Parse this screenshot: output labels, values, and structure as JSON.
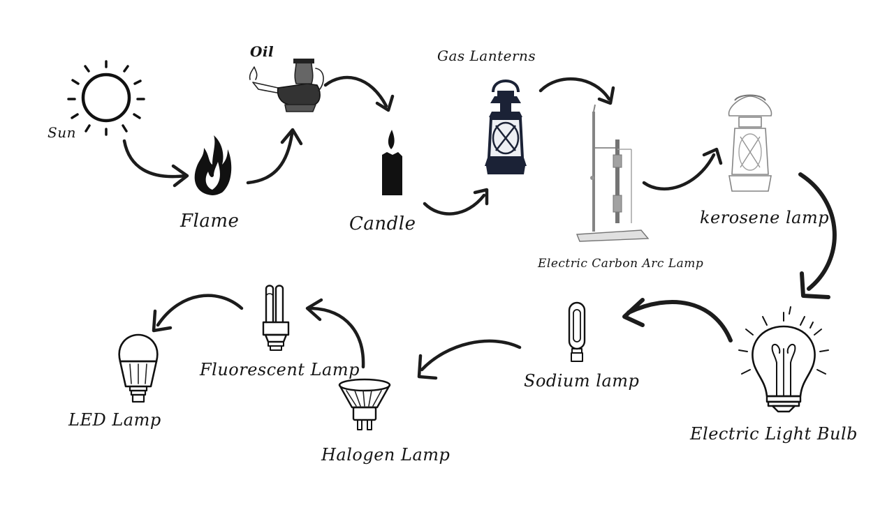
{
  "nodes": {
    "sun": "Sun",
    "flame": "Flame",
    "oil": "Oil",
    "candle": "Candle",
    "gas_lanterns": "Gas Lanterns",
    "carbon_arc": "Electric Carbon Arc Lamp",
    "kerosene": "kerosene lamp",
    "light_bulb": "Electric Light Bulb",
    "sodium": "Sodium lamp",
    "halogen": "Halogen Lamp",
    "fluorescent": "Fluorescent Lamp",
    "led": "LED Lamp"
  },
  "icons": [
    "sun-icon",
    "flame-icon",
    "oil-lamp-icon",
    "candle-icon",
    "gas-lantern-icon",
    "carbon-arc-lamp-icon",
    "kerosene-lamp-icon",
    "light-bulb-icon",
    "sodium-lamp-icon",
    "halogen-lamp-icon",
    "fluorescent-lamp-icon",
    "led-lamp-icon"
  ],
  "colors": {
    "ink": "#111111",
    "lantern": "#1b2236",
    "background": "#ffffff"
  }
}
